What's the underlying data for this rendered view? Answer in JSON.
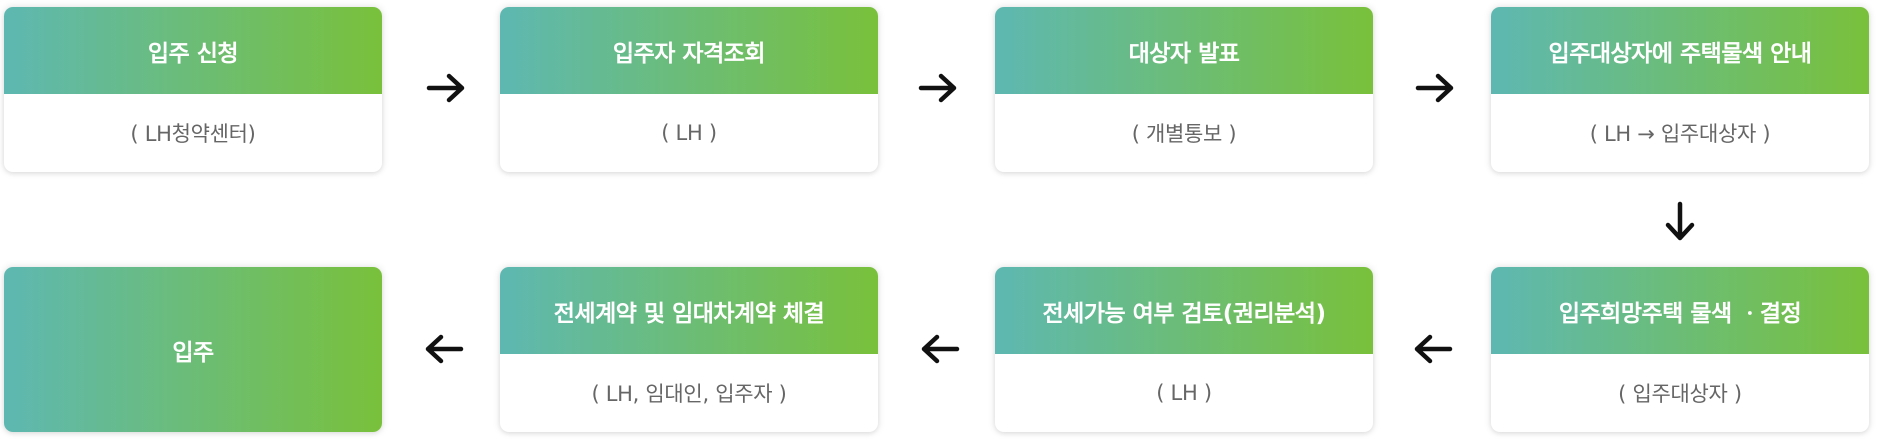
{
  "colors": {
    "gradient_start": "#5eb8b2",
    "gradient_end": "#79c13b",
    "arrow": "#111111",
    "sub_text": "#666666"
  },
  "steps": [
    {
      "title": "입주 신청",
      "sub": "( LH청약센터)"
    },
    {
      "title": "입주자 자격조회",
      "sub": "( LH )"
    },
    {
      "title": "대상자 발표",
      "sub": "( 개별통보 )"
    },
    {
      "title": "입주대상자에 주택물색 안내",
      "sub": "( LH → 입주대상자 )"
    },
    {
      "title": "입주희망주택 물색 ㆍ결정",
      "sub": "(  입주대상자 )"
    },
    {
      "title": "전세가능 여부 검토(권리분석)",
      "sub": "( LH )"
    },
    {
      "title": "전세계약 및 임대차계약 체결",
      "sub": "( LH, 임대인, 입주자 )"
    },
    {
      "title": "입주"
    }
  ],
  "arrows": [
    "arrow-right-icon",
    "arrow-right-icon",
    "arrow-right-icon",
    "arrow-down-icon",
    "arrow-left-icon",
    "arrow-left-icon",
    "arrow-left-icon"
  ]
}
